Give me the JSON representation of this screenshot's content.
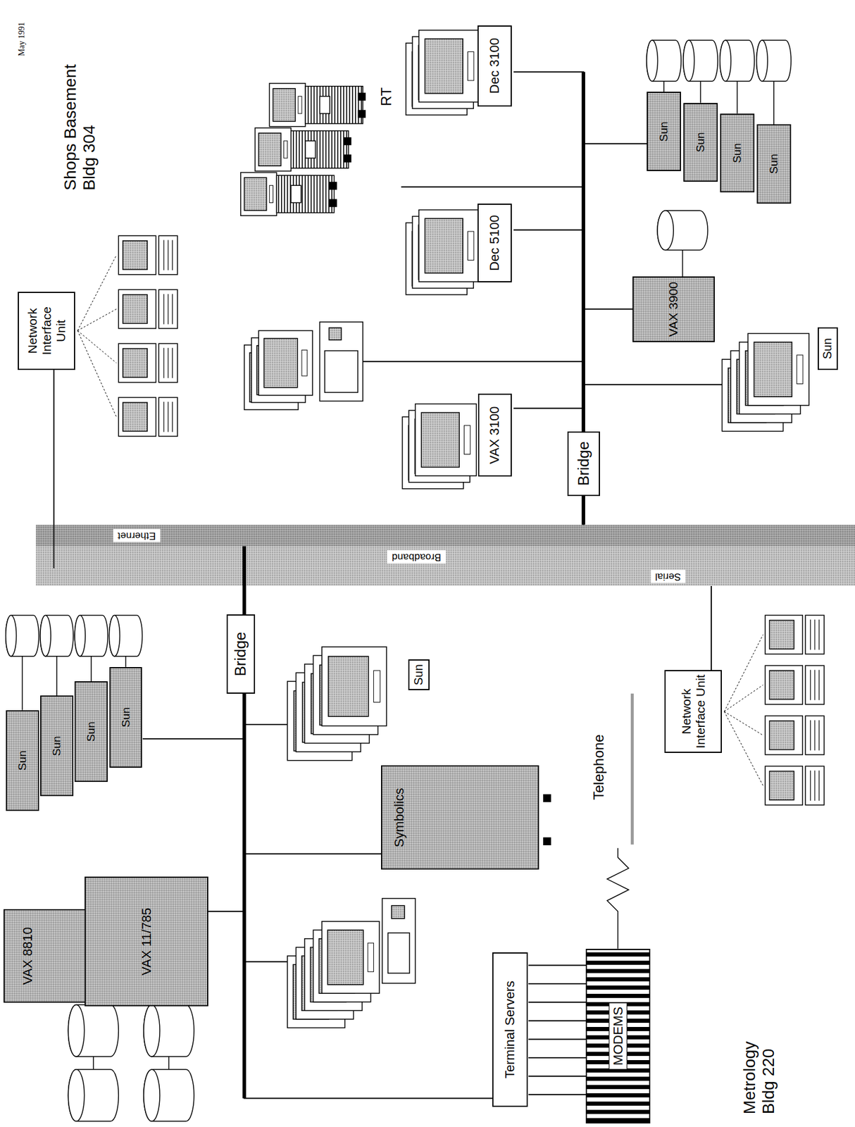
{
  "diagram": {
    "nodes": [
      {
        "text": [
          "Ethernet"
        ]
      },
      {
        "text": [
          "Broadband"
        ]
      },
      {
        "text": [
          "Serial"
        ]
      },
      {
        "text": [
          "VAX 8810"
        ]
      },
      {
        "text": [
          "VAX 11/785"
        ]
      },
      {
        "text": [
          "Sun"
        ]
      },
      {
        "text": [
          "Sun"
        ]
      },
      {
        "text": [
          "Sun"
        ]
      },
      {
        "text": [
          "Sun"
        ]
      },
      {
        "text": [
          "Symbolics"
        ]
      },
      {
        "text": [
          "Sun"
        ]
      },
      {
        "text": [
          "Bridge"
        ]
      },
      {
        "text": [
          "Terminal Servers"
        ]
      },
      {
        "text": [
          "MODEMS"
        ]
      },
      {
        "text": [
          "Network Interface Unit"
        ]
      },
      {
        "text": [
          "Network Interface Unit"
        ]
      },
      {
        "text": [
          "Bridge"
        ]
      },
      {
        "text": [
          "VAX 3100"
        ]
      },
      {
        "text": [
          "Dec 5100"
        ]
      },
      {
        "text": [
          "RT"
        ]
      },
      {
        "text": [
          "Dec 3100"
        ]
      },
      {
        "text": [
          "VAX 3900"
        ]
      },
      {
        "text": [
          "Sun"
        ]
      },
      {
        "text": [
          "Sun"
        ]
      },
      {
        "text": [
          "Sun"
        ]
      },
      {
        "text": [
          "Sun"
        ]
      },
      {
        "text": [
          "Sun"
        ]
      }
    ],
    "edges": [
      {
        "from": 11,
        "to": 0,
        "arrow": "none"
      },
      {
        "from": 4,
        "to": 11,
        "arrow": "none"
      },
      {
        "from": 8,
        "to": 11,
        "arrow": "none"
      },
      {
        "from": 9,
        "to": 11,
        "arrow": "none"
      },
      {
        "from": 10,
        "to": 11,
        "arrow": "none"
      },
      {
        "from": 12,
        "to": 11,
        "arrow": "none"
      },
      {
        "from": 12,
        "to": 13,
        "arrow": "none"
      },
      {
        "from": 12,
        "to": 13,
        "arrow": "none"
      },
      {
        "from": 12,
        "to": 13,
        "arrow": "none"
      },
      {
        "from": 12,
        "to": 13,
        "arrow": "none"
      },
      {
        "from": 12,
        "to": 13,
        "arrow": "none"
      },
      {
        "from": 12,
        "to": 13,
        "arrow": "none"
      },
      {
        "from": 12,
        "to": 13,
        "arrow": "none"
      },
      {
        "from": 12,
        "to": 13,
        "arrow": "none"
      },
      {
        "from": 14,
        "to": 2,
        "arrow": "none"
      },
      {
        "from": 15,
        "to": 2,
        "arrow": "none"
      },
      {
        "from": 16,
        "to": 0,
        "arrow": "none"
      },
      {
        "from": 17,
        "to": 16,
        "arrow": "none"
      },
      {
        "from": 18,
        "to": 16,
        "arrow": "none"
      },
      {
        "from": 19,
        "to": 16,
        "arrow": "none"
      },
      {
        "from": 20,
        "to": 16,
        "arrow": "none"
      },
      {
        "from": 21,
        "to": 16,
        "arrow": "none"
      },
      {
        "from": 22,
        "to": 16,
        "arrow": "none"
      },
      {
        "from": 23,
        "to": 16,
        "arrow": "none"
      }
    ],
    "labels": [
      "May 1991",
      "Shops Basement Bldg 304",
      "Telephone",
      "Metrology Bldg 220"
    ]
  }
}
